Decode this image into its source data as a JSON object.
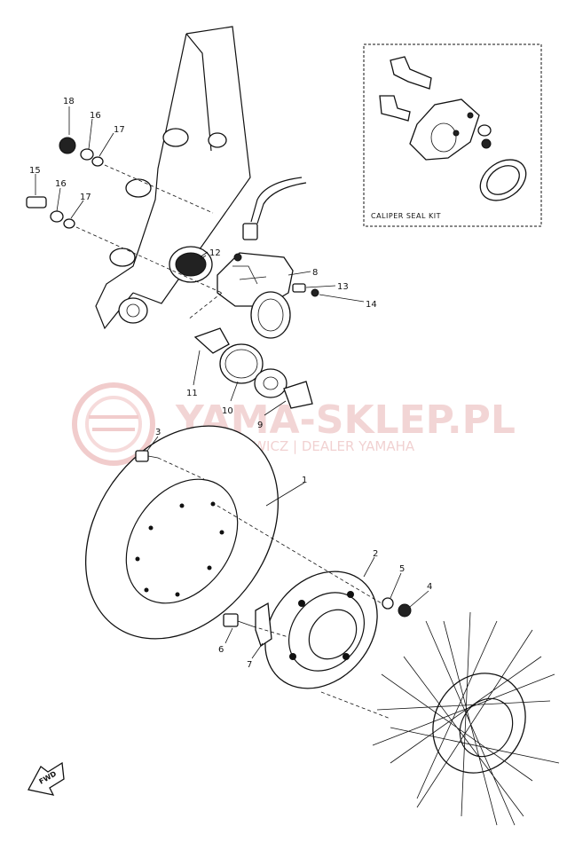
{
  "callouts": {
    "c1": "1",
    "c2": "2",
    "c3": "3",
    "c4": "4",
    "c5": "5",
    "c6": "6",
    "c7": "7",
    "c8": "8",
    "c9": "9",
    "c10": "10",
    "c11": "11",
    "c12": "12",
    "c13": "13",
    "c14": "14",
    "c15": "15",
    "c16a": "16",
    "c16b": "16",
    "c17a": "17",
    "c17b": "17",
    "c18": "18"
  },
  "inset": {
    "title": "CALIPER SEAL KIT"
  },
  "arrow": {
    "label": "FWD"
  },
  "watermark": {
    "brand": "YAMA-SKLEP.PL",
    "dealer": "WOJ.LECHOWICZ | DEALER YAMAHA"
  }
}
